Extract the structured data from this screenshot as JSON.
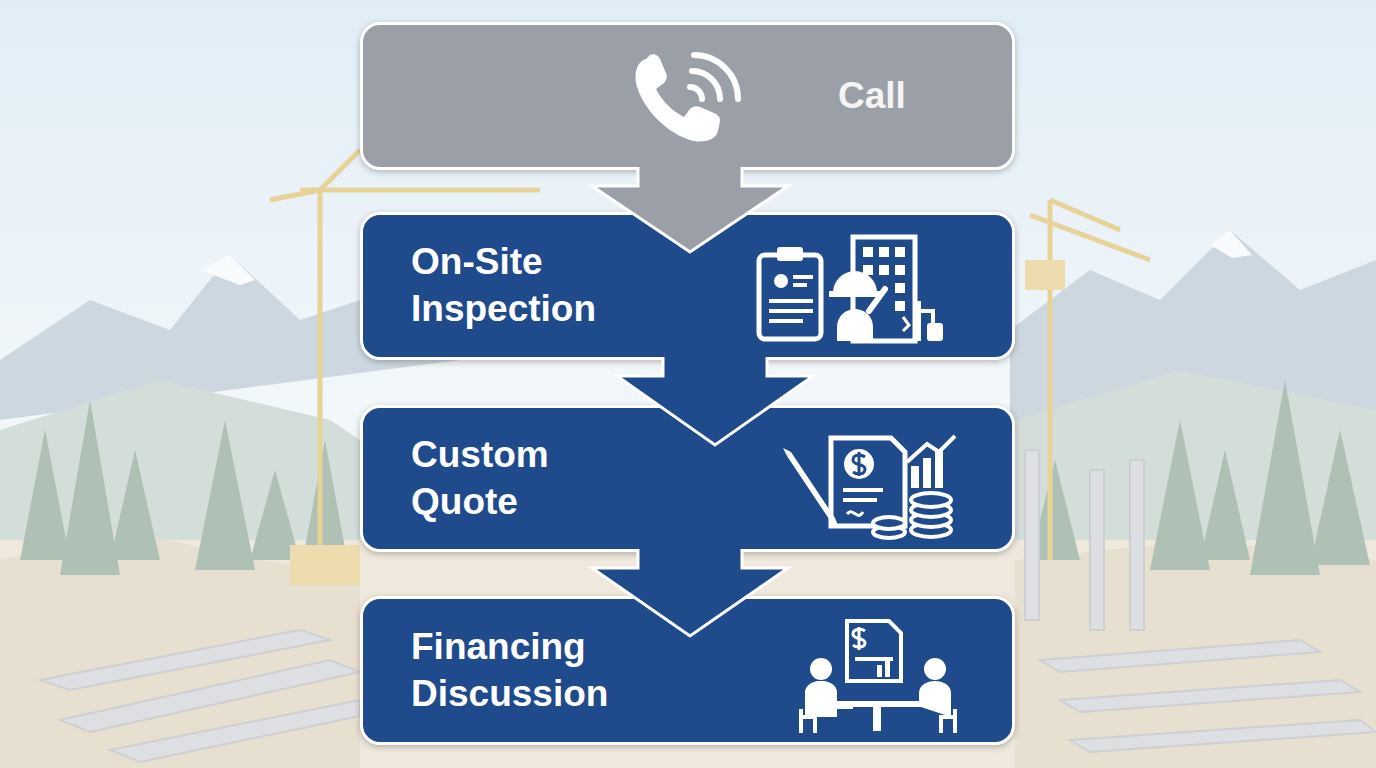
{
  "diagram": {
    "nodes": [
      {
        "text": [
          "Call"
        ]
      },
      {
        "text": [
          "On-Site Inspection"
        ]
      },
      {
        "text": [
          "Custom Quote"
        ]
      },
      {
        "text": [
          "Financing Discussion"
        ]
      }
    ],
    "edges": [
      {
        "from": 0,
        "to": 1,
        "arrow": "to"
      },
      {
        "from": 1,
        "to": 2,
        "arrow": "to"
      },
      {
        "from": 2,
        "to": 3,
        "arrow": "to"
      }
    ]
  }
}
